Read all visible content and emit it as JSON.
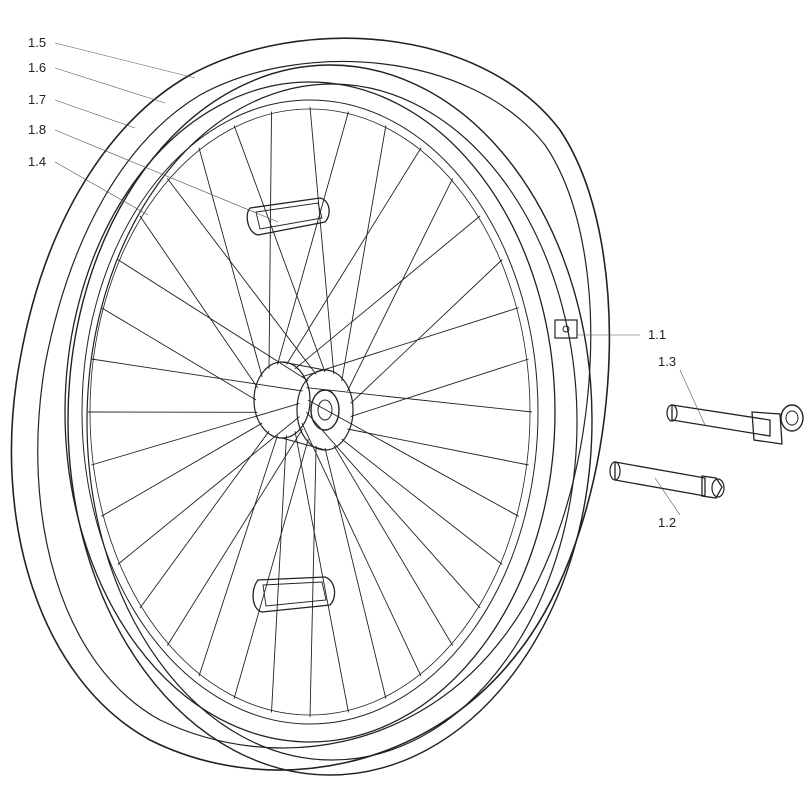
{
  "callouts": [
    {
      "id": "1.5",
      "label": "1.5"
    },
    {
      "id": "1.6",
      "label": "1.6"
    },
    {
      "id": "1.7",
      "label": "1.7"
    },
    {
      "id": "1.8",
      "label": "1.8"
    },
    {
      "id": "1.4",
      "label": "1.4"
    },
    {
      "id": "1.1",
      "label": "1.1"
    },
    {
      "id": "1.3",
      "label": "1.3"
    },
    {
      "id": "1.2",
      "label": "1.2"
    }
  ],
  "colors": {
    "line": "#222222",
    "leader": "#555555",
    "background": "#ffffff"
  }
}
